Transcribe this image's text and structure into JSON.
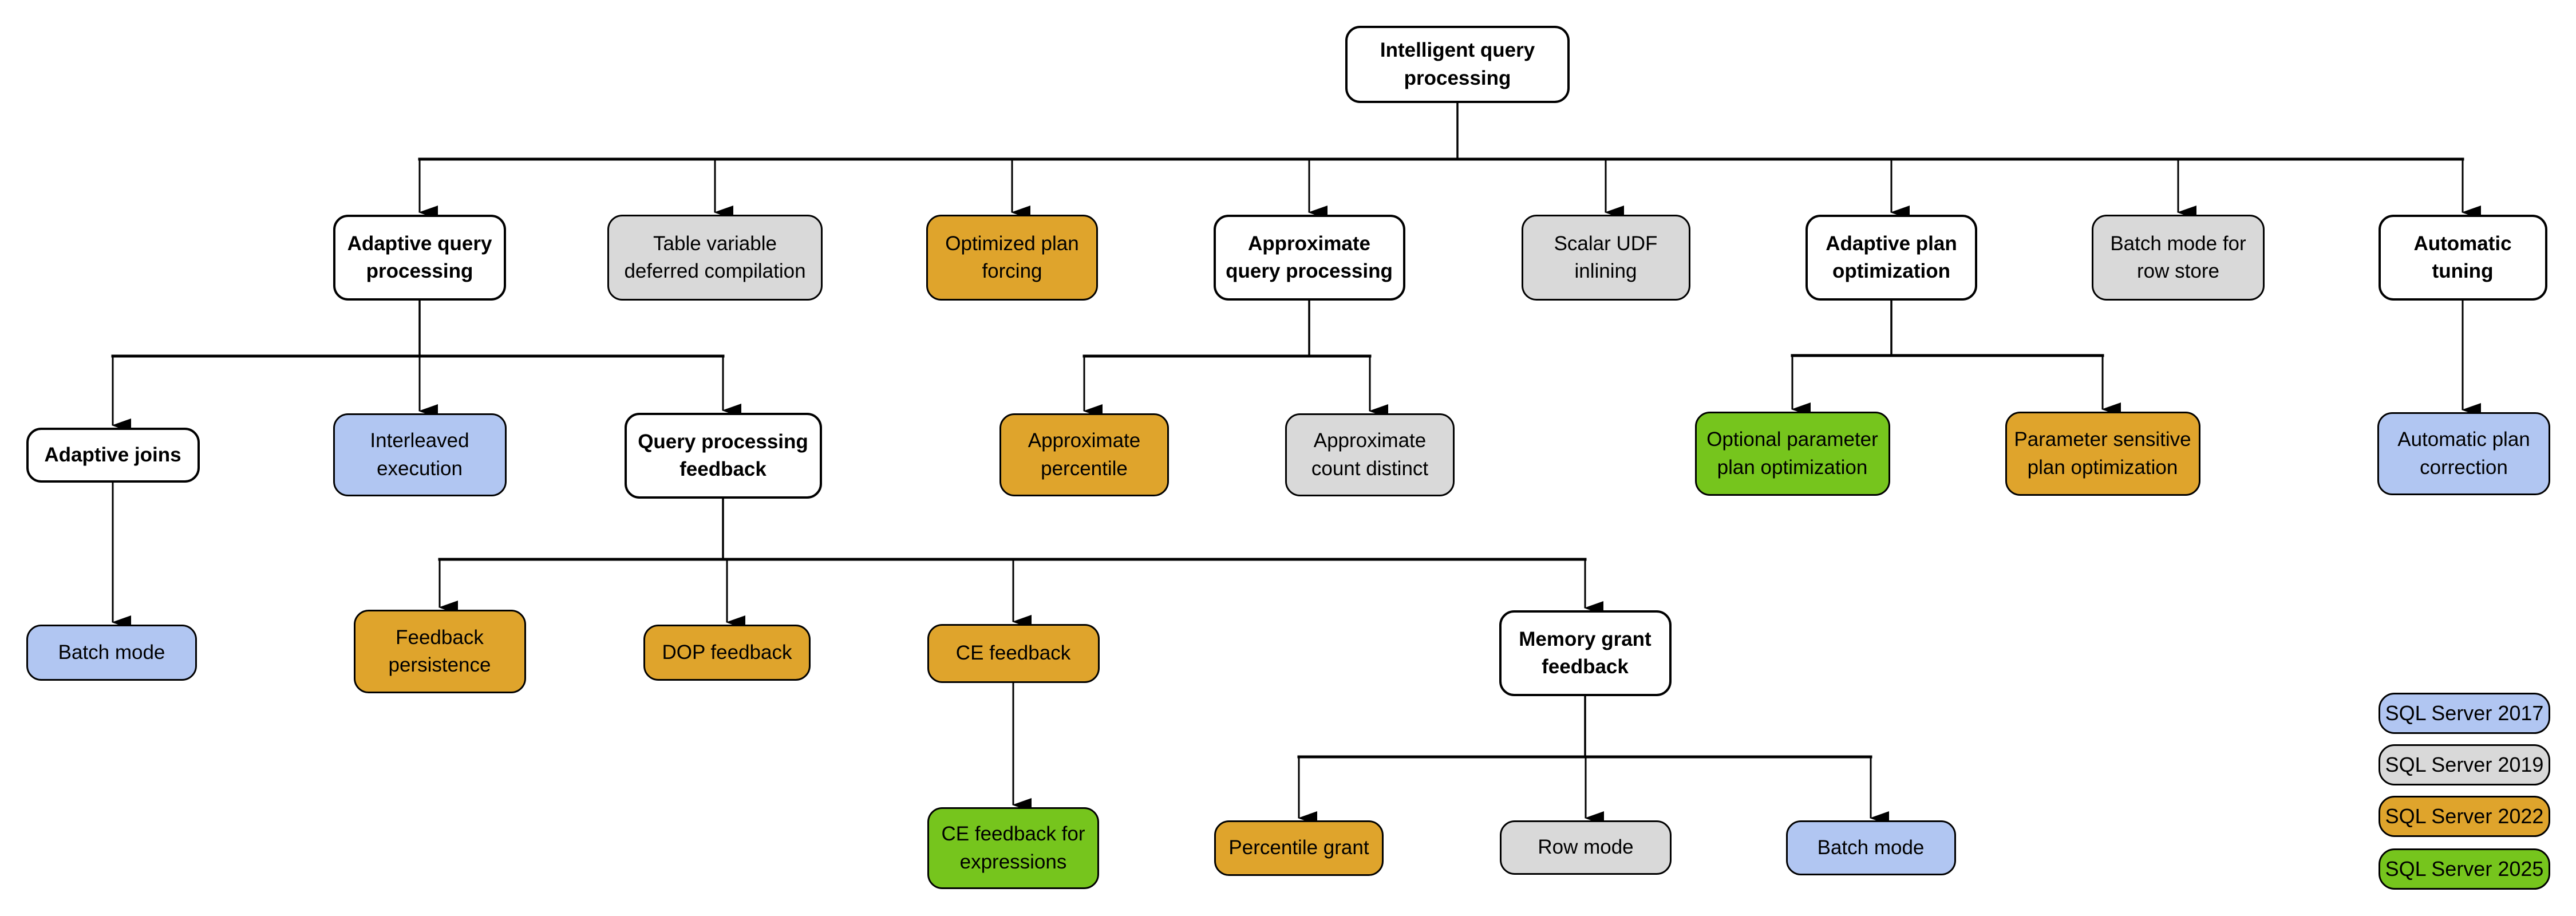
{
  "diagram": {
    "background_color": "#ffffff",
    "line_color": "#000000",
    "version_colors": {
      "structural": "#ffffff",
      "2017": "#b1c6f2",
      "2019": "#d9d9d9",
      "2022": "#dfa42c",
      "2025": "#76c51d"
    },
    "nodes": [
      {
        "id": "root",
        "label": "Intelligent query\nprocessing",
        "category": "structural"
      },
      {
        "id": "adaptive-query-processing",
        "label": "Adaptive query\nprocessing",
        "category": "structural"
      },
      {
        "id": "table-variable-deferred-compilation",
        "label": "Table variable\ndeferred compilation",
        "category": "2019"
      },
      {
        "id": "optimized-plan-forcing",
        "label": "Optimized plan\nforcing",
        "category": "2022"
      },
      {
        "id": "approximate-query-processing",
        "label": "Approximate\nquery processing",
        "category": "structural"
      },
      {
        "id": "scalar-udf-inlining",
        "label": "Scalar UDF\ninlining",
        "category": "2019"
      },
      {
        "id": "adaptive-plan-optimization",
        "label": "Adaptive plan\noptimization",
        "category": "structural"
      },
      {
        "id": "batch-mode-for-row-store",
        "label": "Batch mode for\nrow store",
        "category": "2019"
      },
      {
        "id": "automatic-tuning",
        "label": "Automatic\ntuning",
        "category": "structural"
      },
      {
        "id": "adaptive-joins",
        "label": "Adaptive joins",
        "category": "structural"
      },
      {
        "id": "interleaved-execution",
        "label": "Interleaved\nexecution",
        "category": "2017"
      },
      {
        "id": "query-processing-feedback",
        "label": "Query processing\nfeedback",
        "category": "structural"
      },
      {
        "id": "approximate-percentile",
        "label": "Approximate\npercentile",
        "category": "2022"
      },
      {
        "id": "approximate-count-distinct",
        "label": "Approximate\ncount distinct",
        "category": "2019"
      },
      {
        "id": "optional-parameter-plan-optimization",
        "label": "Optional parameter\nplan optimization",
        "category": "2025"
      },
      {
        "id": "parameter-sensitive-plan-optimization",
        "label": "Parameter sensitive\nplan optimization",
        "category": "2022"
      },
      {
        "id": "automatic-plan-correction",
        "label": "Automatic plan\ncorrection",
        "category": "2017"
      },
      {
        "id": "batch-mode-adaptive-joins",
        "label": "Batch mode",
        "category": "2017"
      },
      {
        "id": "feedback-persistence",
        "label": "Feedback\npersistence",
        "category": "2022"
      },
      {
        "id": "dop-feedback",
        "label": "DOP feedback",
        "category": "2022"
      },
      {
        "id": "ce-feedback",
        "label": "CE feedback",
        "category": "2022"
      },
      {
        "id": "memory-grant-feedback",
        "label": "Memory grant\nfeedback",
        "category": "structural"
      },
      {
        "id": "ce-feedback-for-expressions",
        "label": "CE feedback for\nexpressions",
        "category": "2025"
      },
      {
        "id": "percentile-grant",
        "label": "Percentile grant",
        "category": "2022"
      },
      {
        "id": "row-mode",
        "label": "Row mode",
        "category": "2019"
      },
      {
        "id": "batch-mode-memory-grant",
        "label": "Batch mode",
        "category": "2017"
      }
    ],
    "edges": [
      {
        "parent": "root",
        "children": [
          "adaptive-query-processing",
          "table-variable-deferred-compilation",
          "optimized-plan-forcing",
          "approximate-query-processing",
          "scalar-udf-inlining",
          "adaptive-plan-optimization",
          "batch-mode-for-row-store",
          "automatic-tuning"
        ]
      },
      {
        "parent": "adaptive-query-processing",
        "children": [
          "adaptive-joins",
          "interleaved-execution",
          "query-processing-feedback"
        ]
      },
      {
        "parent": "approximate-query-processing",
        "children": [
          "approximate-percentile",
          "approximate-count-distinct"
        ]
      },
      {
        "parent": "adaptive-plan-optimization",
        "children": [
          "optional-parameter-plan-optimization",
          "parameter-sensitive-plan-optimization"
        ]
      },
      {
        "parent": "automatic-tuning",
        "children": [
          "automatic-plan-correction"
        ]
      },
      {
        "parent": "adaptive-joins",
        "children": [
          "batch-mode-adaptive-joins"
        ]
      },
      {
        "parent": "query-processing-feedback",
        "children": [
          "feedback-persistence",
          "dop-feedback",
          "ce-feedback",
          "memory-grant-feedback"
        ]
      },
      {
        "parent": "ce-feedback",
        "children": [
          "ce-feedback-for-expressions"
        ]
      },
      {
        "parent": "memory-grant-feedback",
        "children": [
          "percentile-grant",
          "row-mode",
          "batch-mode-memory-grant"
        ]
      }
    ],
    "legend": [
      {
        "label": "SQL Server 2017",
        "category": "2017"
      },
      {
        "label": "SQL Server 2019",
        "category": "2019"
      },
      {
        "label": "SQL Server 2022",
        "category": "2022"
      },
      {
        "label": "SQL Server 2025",
        "category": "2025"
      }
    ]
  }
}
